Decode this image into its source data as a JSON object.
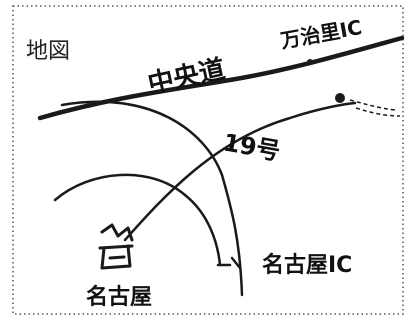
{
  "map": {
    "title": "地図",
    "labels": {
      "expressway": "中央道",
      "interchange_top": "万治里IC",
      "route": "19号",
      "interchange_bottom": "名古屋IC",
      "station": "名古屋"
    },
    "colors": {
      "ink": "#1a1a1a",
      "frame": "#555555",
      "background": "#ffffff"
    },
    "icons": {
      "station_marker": "castle-icon",
      "destination_marker": "dot-arrow-icon"
    }
  }
}
